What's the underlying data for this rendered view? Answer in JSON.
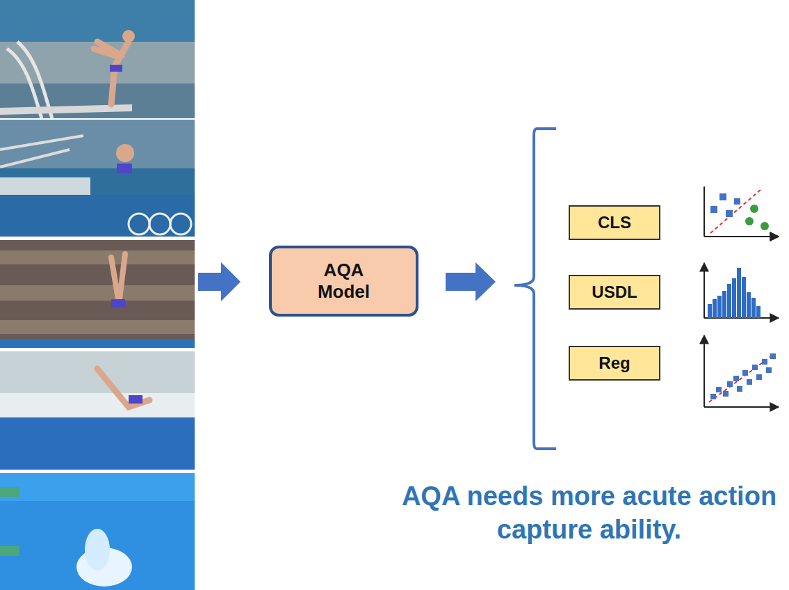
{
  "diagram": {
    "nodes": [
      {
        "text": [
          "AQA Model"
        ]
      },
      {
        "text": [
          "CLS"
        ]
      },
      {
        "text": [
          "USDL"
        ]
      },
      {
        "text": [
          "Reg"
        ]
      }
    ],
    "labels": [
      "AQA needs more acute action capture ability."
    ]
  }
}
